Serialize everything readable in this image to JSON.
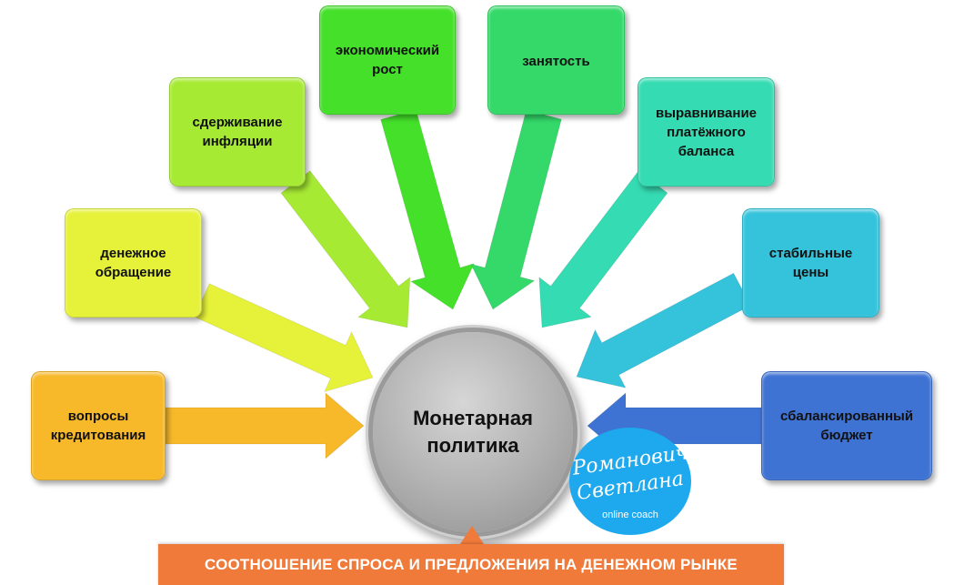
{
  "center": {
    "label": "Монетарная\nполитика",
    "color": "#a8a8a8"
  },
  "boxes": [
    {
      "label": "вопросы\nкредитования",
      "color": "#f7b92a"
    },
    {
      "label": "денежное\nобращение",
      "color": "#e6f23a"
    },
    {
      "label": "сдерживание\nинфляции",
      "color": "#a7ea34"
    },
    {
      "label": "экономический\nрост",
      "color": "#44e02a"
    },
    {
      "label": "занятость",
      "color": "#34d96a"
    },
    {
      "label": "выравнивание\nплатёжного\nбаланса",
      "color": "#35dbb2"
    },
    {
      "label": "стабильные\nцены",
      "color": "#35c3dc"
    },
    {
      "label": "сбалансированный\nбюджет",
      "color": "#3f73d3"
    }
  ],
  "footer": {
    "label": "СООТНОШЕНИЕ СПРОСА И ПРЕДЛОЖЕНИЯ НА ДЕНЕЖНОМ РЫНКЕ",
    "color": "#f07a3a"
  },
  "logo": {
    "line1": "Романович",
    "line2": "Светлана",
    "sub": "online coach",
    "color": "#1ea8ee"
  }
}
